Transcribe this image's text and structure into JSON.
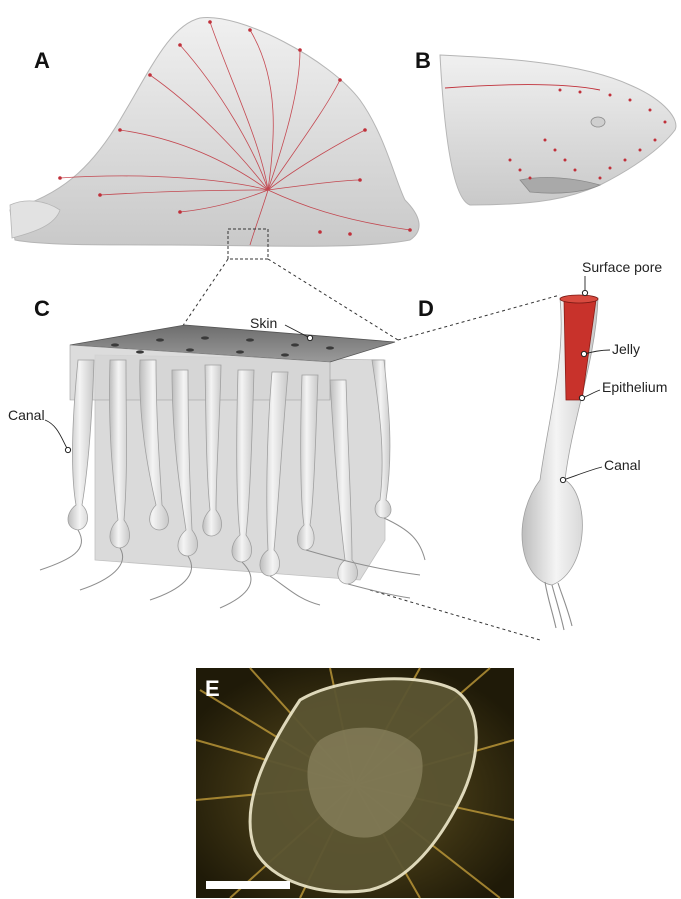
{
  "panels": {
    "a": {
      "letter": "A"
    },
    "b": {
      "letter": "B"
    },
    "c": {
      "letter": "C",
      "labels": {
        "skin": "Skin",
        "canal": "Canal"
      }
    },
    "d": {
      "letter": "D",
      "labels": {
        "surface_pore": "Surface pore",
        "jelly": "Jelly",
        "epithelium": "Epithelium",
        "canal": "Canal"
      }
    },
    "e": {
      "letter": "E"
    }
  },
  "colors": {
    "nerve_red": "#c0303a",
    "shark_grey": "#dcdcdc",
    "jelly_red": "#c8322b",
    "micro_bg": "#2a2410",
    "micro_gold": "#c9a23c"
  }
}
